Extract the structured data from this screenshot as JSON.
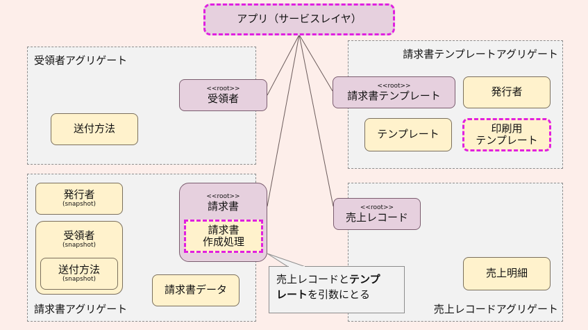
{
  "app": {
    "label": "アプリ（サービスレイヤ）"
  },
  "groups": {
    "recipient": {
      "label": "受領者アグリゲート"
    },
    "template": {
      "label": "請求書テンプレートアグリゲート"
    },
    "invoice": {
      "label": "請求書アグリゲート"
    },
    "sales": {
      "label": "売上レコードアグリゲート"
    }
  },
  "root_tag": "<<root>>",
  "snapshot_tag": "(snapshot)",
  "recipient_group": {
    "root": "受領者",
    "delivery": "送付方法"
  },
  "template_group": {
    "root": "請求書テンプレート",
    "issuer": "発行者",
    "template": "テンプレート",
    "print_template_line1": "印刷用",
    "print_template_line2": "テンプレート"
  },
  "invoice_group": {
    "issuer": "発行者",
    "recipient": "受領者",
    "delivery": "送付方法",
    "root": "請求書",
    "process_line1": "請求書",
    "process_line2": "作成処理",
    "data": "請求書データ"
  },
  "sales_group": {
    "root": "売上レコード",
    "detail": "売上明細"
  },
  "note": {
    "part1": "売上レコードと",
    "bold1": "テンプ",
    "bold2": "レート",
    "part2": "を引数にとる"
  }
}
